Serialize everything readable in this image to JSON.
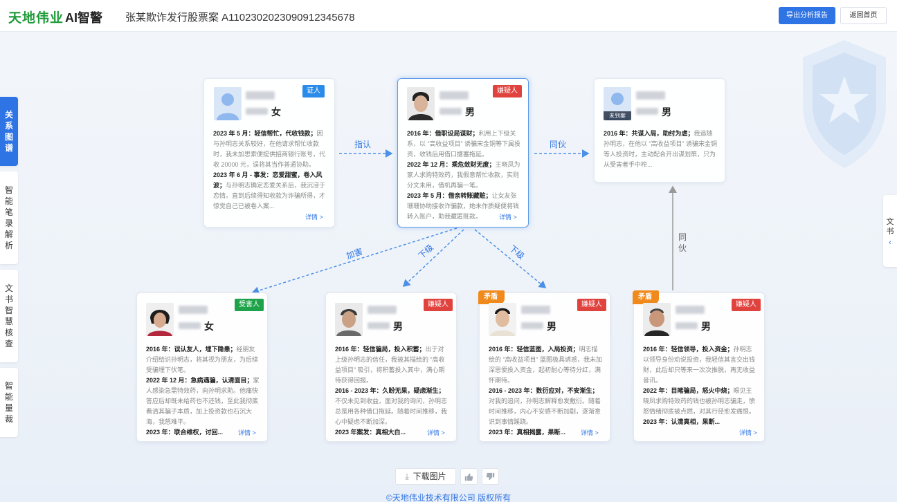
{
  "header": {
    "brand": "天地伟业",
    "brand_sub": "AI智警",
    "case_title": "张某欺诈发行股票案 A1102302023090912345678",
    "export_label": "导出分析报告",
    "home_label": "返回首页"
  },
  "sidebar": {
    "tabs": [
      {
        "label": "关系图谱",
        "active": true
      },
      {
        "label": "智能笔录解析",
        "active": false
      },
      {
        "label": "文书智慧核查",
        "active": false
      },
      {
        "label": "智能量裁",
        "active": false
      }
    ]
  },
  "right_panel": {
    "label": "文书",
    "icon": "chevron-left-icon"
  },
  "edges": {
    "e1": "指认",
    "e2": "同伙",
    "e3": "加害",
    "e4": "下级",
    "e5": "下级",
    "e6": "同伙"
  },
  "cards": {
    "c1": {
      "tag": "证人",
      "gender": "女",
      "more": "详情 >",
      "s1h": "2023 年 5 月：轻信帮忙，代收钱款；",
      "s1t": "因与孙明志关系较好，在他请求帮忙收款时，我未加思索便提供招商银行账号，代收 20000 元，误将其当作普通协助。",
      "s2h": "2023 年 6 月 - 事发：恋爱甜蜜，卷入风波；",
      "s2t": "与孙明志确定恋爱关系后，我沉浸于恋情。直到后续得知收款为诈骗所得，才惊觉自己已被卷入案..."
    },
    "c2": {
      "tag": "嫌疑人",
      "gender": "男",
      "more": "详情 >",
      "s1h": "2016 年：借职设局谋财；",
      "s1t": "利用上下级关系，以 “高收益项目” 诱骗宋金铜等下属投资，收钱后用借口搪塞拖延。",
      "s2h": "2022 年 12 月：乘危敛财无度；",
      "s2t": "王晓凤为家人求购特效药，我假意帮忙收款，实则分文未用，借机再骗一笔。",
      "s3h": "2023 年 5 月：借亲转账藏赃；",
      "s3t": "让女友张珊珊协助接收诈骗款，她未作质疑便将钱转入账户，助我藏匿赃款。"
    },
    "c3": {
      "badge": "未到案",
      "gender": "男",
      "s1h": "2016 年：共谋入局，助纣为虐；",
      "s1t": "我追随孙明志，在他以 “高收益项目” 诱骗宋金铜等人投资时，主动配合开出谋划策，只为从受害者手中榨..."
    },
    "c4": {
      "tag": "受害人",
      "gender": "女",
      "more": "详情 >",
      "s1h": "2016 年：误认友人，埋下隐患；",
      "s1t": "经朋友介绍结识孙明志，将其视为朋友，为后续受骗埋下伏笔。",
      "s2h": "2022 年 12 月：急病遇骗，认清面目；",
      "s2t": "家人感染急需特效药，向孙明求助。他痛快答应后却既未给药也不还钱，至此我彻底看清其骗子本质，加上投资款也石沉大海，我怒难平。",
      "s3h": "2023 年：联合维权，讨回..."
    },
    "c5": {
      "tag": "嫌疑人",
      "gender": "男",
      "more": "详情 >",
      "s1h": "2016 年：轻信骗局，投入积蓄；",
      "s1t": "出于对上级孙明志的信任，我被其描绘的 “高收益项目” 吸引，将积蓄投入其中，满心期待获得回报。",
      "s2h": "2016 - 2023 年：久盼无果，疑虑渐生；",
      "s2t": "不仅未见到收益，面对我的询问，孙明志总是用各种借口拖延。随着时间推移，我心中疑虑不断加深。",
      "s3h": "2023 年案发：真相大白..."
    },
    "c6": {
      "ribbon": "矛盾",
      "tag": "嫌疑人",
      "gender": "男",
      "more": "详情 >",
      "s1h": "2016 年：轻信蓝图，入局投资；",
      "s1t": "明志描绘的 “高收益项目” 蓝图极具诱惑，我未加深思便投入资金，起初耐心等待分红，满怀期待。",
      "s2h": "2016 - 2023 年：数衍应对，不安渐生；",
      "s2t": "对我的追问，孙明志解释愈发敷衍。随着时间推移，内心不安感不断加剧，逐渐意识到事情蹊跷。",
      "s3h": "2023 年：真相揭露，果断..."
    },
    "c7": {
      "ribbon": "矛盾",
      "tag": "嫌疑人",
      "gender": "男",
      "more": "详情 >",
      "s1h": "2016 年：轻信领导，投入资金；",
      "s1t": "孙明志以领导身份劝说投资，我轻信其言交出钱财，此后却只等来一次次推脱，再无收益音讯。",
      "s2h": "2022 年：目睹骗局，怒火中烧；",
      "s2t": "眼见王晓凤求购特效药的钱也被孙明志骗走，愤怒情绪彻底被点燃，对其行径愈发痛恨。",
      "s3h": "2023 年：认清真相，果断..."
    }
  },
  "bottom": {
    "download_label": "下载图片",
    "like_icon": "thumbs-up-icon",
    "dislike_icon": "thumbs-down-icon"
  },
  "footer": {
    "copyright": "©天地伟业技术有限公司 版权所有"
  },
  "colors": {
    "accent": "#2f74e4",
    "brand": "#1e9a38",
    "suspect": "#e0423e",
    "witness": "#2a8be8",
    "victim": "#1fa34a",
    "conflict": "#f08a1c"
  }
}
